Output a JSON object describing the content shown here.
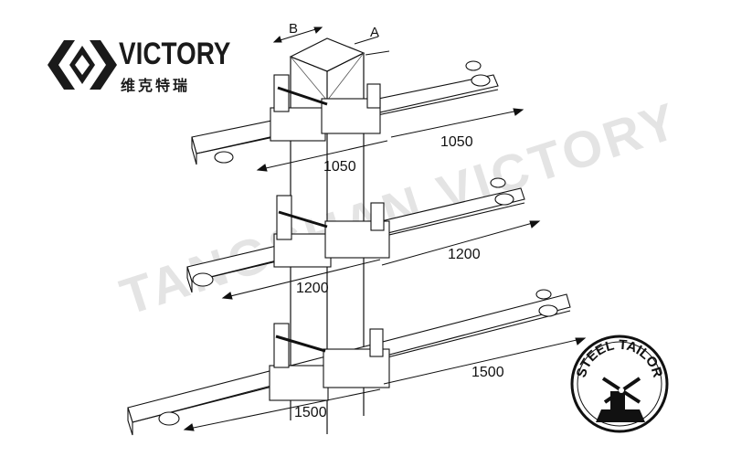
{
  "brand": {
    "name": "VICTORY",
    "name_cn": "维克特瑞"
  },
  "watermark": "TANGSHAN VICTORY",
  "badge": {
    "text": "STEEL TAILOR"
  },
  "labels": {
    "a": "A",
    "b": "B"
  },
  "beams": [
    {
      "right_label": "1050",
      "left_label": "1050"
    },
    {
      "right_label": "1200",
      "left_label": "1200"
    },
    {
      "right_label": "1500",
      "left_label": "1500"
    }
  ]
}
